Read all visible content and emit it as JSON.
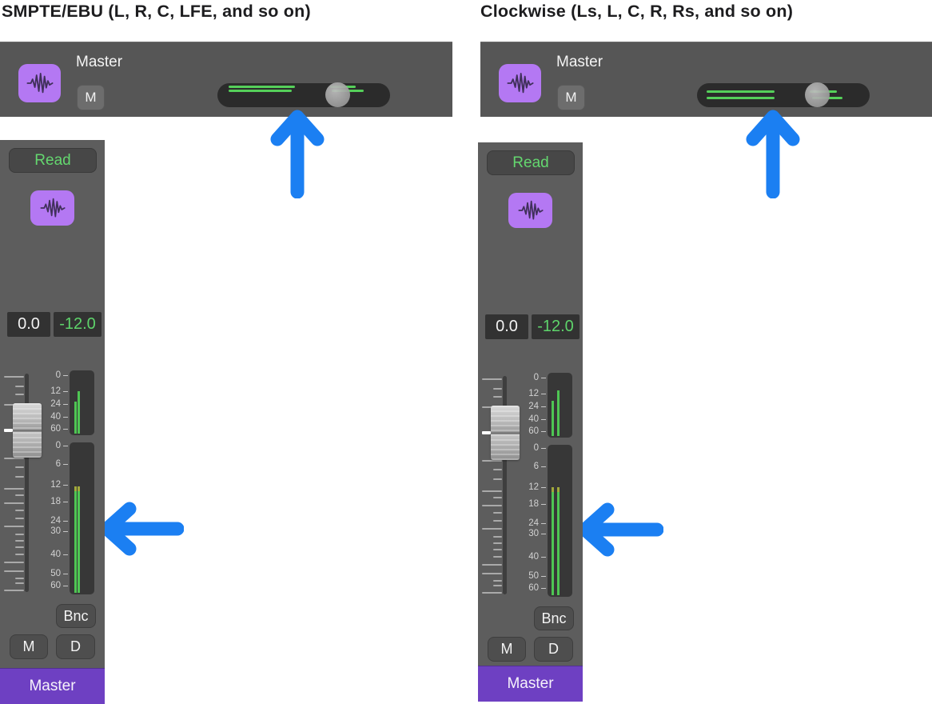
{
  "titles": {
    "left": "SMPTE/EBU (L, R, C, LFE, and so on)",
    "right": "Clockwise (Ls, L, C, R, Rs, and so on)"
  },
  "header": {
    "track_name": "Master",
    "mute_label": "M"
  },
  "strip": {
    "read_label": "Read",
    "value_left": "0.0",
    "value_right": "-12.0",
    "bounce_label": "Bnc",
    "mute_label": "M",
    "dim_label": "D",
    "name_label": "Master",
    "pre_meter_scale": [
      "0",
      "12",
      "24",
      "40",
      "60"
    ],
    "main_meter_scale": [
      "0",
      "6",
      "12",
      "18",
      "24",
      "30",
      "40",
      "50",
      "60"
    ]
  },
  "icons": {
    "channel": "waveform-icon"
  },
  "colors": {
    "arrow_blue": "#1b7ff2",
    "meter_green": "#4ec653",
    "peak_olive": "#a2a93b",
    "channel_purple": "#b478f3",
    "master_purple": "#6e40c2",
    "read_green": "#64d76f",
    "value_green": "#5ed46b"
  },
  "panels": [
    {
      "id": "smpte",
      "slider": {
        "line_alignment": "top"
      },
      "meters": {
        "pre_bars_top_pct": [
          48,
          31
        ],
        "main_bars_top_pct": [
          27,
          27
        ],
        "bar_spread": "narrow",
        "peak_tip": true
      }
    },
    {
      "id": "clockwise",
      "slider": {
        "line_alignment": "middle"
      },
      "meters": {
        "pre_bars_top_pct": [
          43,
          27
        ],
        "main_bars_top_pct": [
          26,
          26
        ],
        "bar_spread": "wide",
        "peak_tip": true
      }
    }
  ]
}
